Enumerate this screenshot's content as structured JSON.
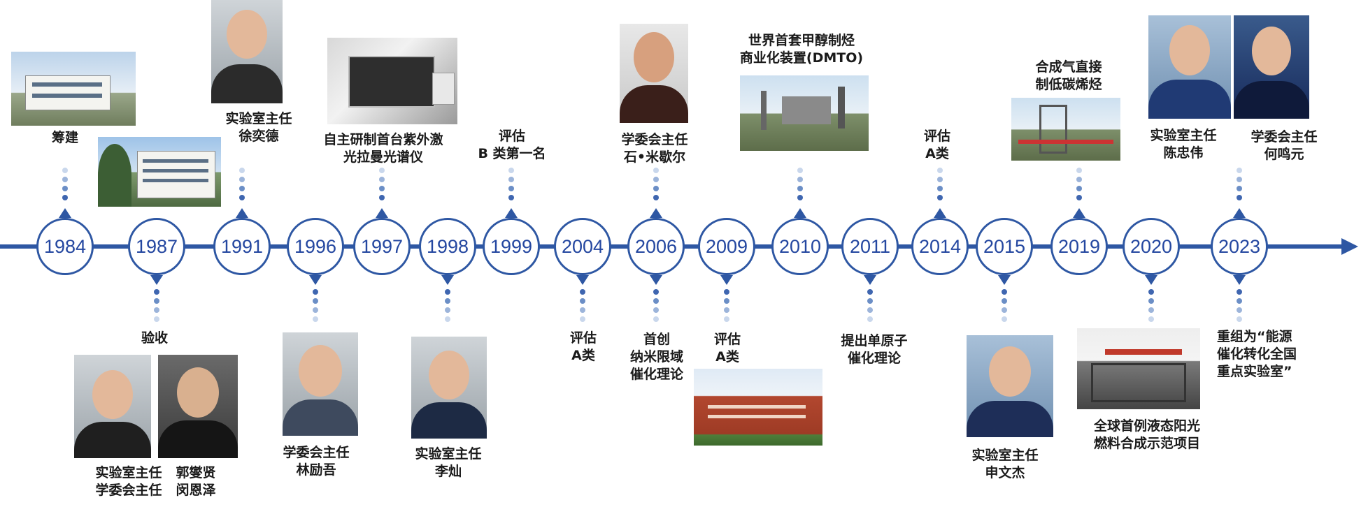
{
  "colors": {
    "axis": "#2e57a3",
    "year_text": "#2447a0",
    "label": "#1a1a1a"
  },
  "years": [
    "1984",
    "1987",
    "1991",
    "1996",
    "1997",
    "1998",
    "1999",
    "2004",
    "2006",
    "2009",
    "2010",
    "2011",
    "2014",
    "2015",
    "2019",
    "2020",
    "2023"
  ],
  "labels": {
    "y1984": "筹建",
    "y1987": "验收",
    "y1987_names_left": [
      "实验室主任",
      "学委会主任"
    ],
    "y1987_names_right": [
      "郭燮贤",
      "闵恩泽"
    ],
    "y1991": [
      "实验室主任",
      "徐奕德"
    ],
    "y1996": [
      "学委会主任",
      "林励吾"
    ],
    "y1997": [
      "自主研制首台紫外激",
      "光拉曼光谱仪"
    ],
    "y1998": [
      "实验室主任",
      "李灿"
    ],
    "y1999": [
      "评估",
      "B 类第一名"
    ],
    "y2004": [
      "评估",
      "A类"
    ],
    "y2006_top": [
      "学委会主任",
      "石•米歇尔"
    ],
    "y2006_bottom": [
      "首创",
      "纳米限域",
      "催化理论"
    ],
    "y2009": [
      "评估",
      "A类"
    ],
    "y2010": [
      "世界首套甲醇制烃",
      "商业化装置(DMTO)"
    ],
    "y2011": [
      "提出单原子",
      "催化理论"
    ],
    "y2014": [
      "评估",
      "A类"
    ],
    "y2015": [
      "实验室主任",
      "申文杰"
    ],
    "y2019": [
      "合成气直接",
      "制低碳烯烃"
    ],
    "y2020_top": [
      "实验室主任",
      "陈忠伟"
    ],
    "y2020_top_right": [
      "学委会主任",
      "何鸣元"
    ],
    "y2020_bottom": [
      "全球首例液态阳光",
      "燃料合成示范项目"
    ],
    "y2023": [
      "重组为“能源",
      "催化转化全国",
      "重点实验室”"
    ]
  }
}
